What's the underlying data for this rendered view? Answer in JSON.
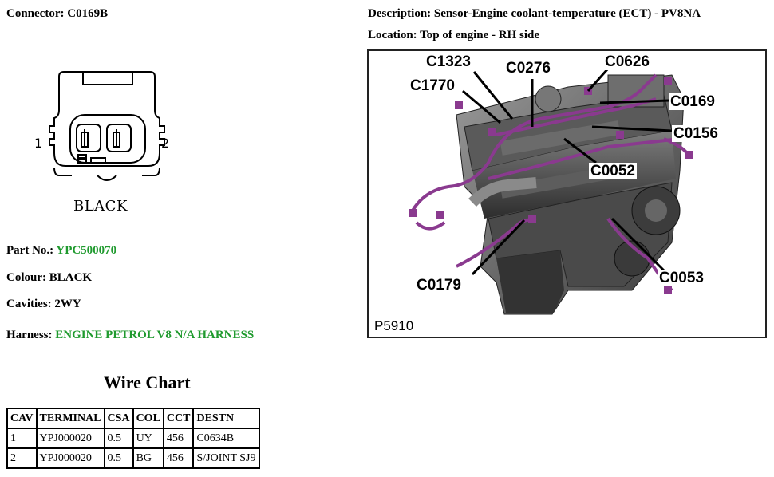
{
  "connector": {
    "label": "Connector:",
    "value": "C0169B"
  },
  "description": {
    "label": "Description:",
    "value": "Sensor-Engine coolant-temperature (ECT) - PV8NA"
  },
  "location": {
    "label": "Location:",
    "value": "Top of engine - RH side"
  },
  "connector_drawing": {
    "pin_left": "1",
    "pin_right": "2",
    "color_label": "BLACK"
  },
  "part_no": {
    "label": "Part No.:",
    "value": "YPC500070"
  },
  "colour": {
    "label": "Colour:",
    "value": "BLACK"
  },
  "cavities": {
    "label": "Cavities:",
    "value": "2WY"
  },
  "harness": {
    "label": "Harness:",
    "value": "ENGINE PETROL V8 N/A HARNESS"
  },
  "engine_image": {
    "picture_id": "P5910",
    "callouts": [
      "C1323",
      "C0276",
      "C0626",
      "C1770",
      "C0169",
      "C0156",
      "C0052",
      "C0179",
      "C0053"
    ]
  },
  "wire_chart": {
    "title": "Wire Chart",
    "headers": [
      "CAV",
      "TERMINAL",
      "CSA",
      "COL",
      "CCT",
      "DESTN"
    ],
    "rows": [
      [
        "1",
        "YPJ000020",
        "0.5",
        "UY",
        "456",
        "C0634B"
      ],
      [
        "2",
        "YPJ000020",
        "0.5",
        "BG",
        "456",
        "S/JOINT SJ9"
      ]
    ]
  },
  "colors": {
    "accent_green": "#1f9a2e",
    "harness_purple": "#8a3a8f"
  }
}
